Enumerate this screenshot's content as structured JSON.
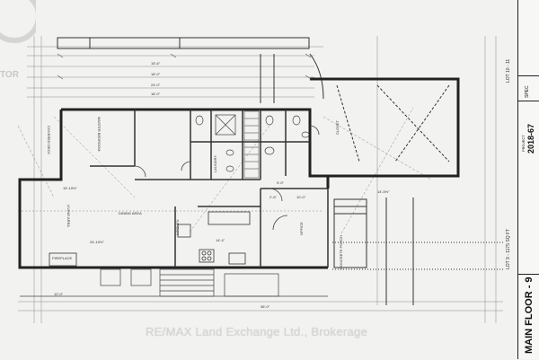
{
  "watermark": {
    "logo_text": "TOR"
  },
  "brokerage": "RE/MAX Land Exchange Ltd., Brokerage",
  "plan": {
    "lot_label": "LOT 9 - 1175 SQ FT",
    "lot_right_label": "LOT 10 - 11",
    "rooms": {
      "master_bedroom": "MASTER BEDROOM",
      "living_area": "LIVING AREA",
      "dining_area": "DINING AREA",
      "kitchen": "KITCHEN",
      "office": "OFFICE",
      "concrete_porch": "CONCRETE PORCH",
      "covered_deck": "COVERED DECK",
      "laundry": "LAUNDRY",
      "closet": "CLOSET",
      "fireplace": "FIREPLACE"
    },
    "dims": {
      "d1": "15'-6\"",
      "d2": "18'-0\"",
      "d3": "24'-0\"",
      "d4": "15'-10½\"",
      "d5": "14'-5½\"",
      "d6": "10'-0\"",
      "d7": "9'-0\"",
      "d8": "2'-6\"",
      "d9": "18'-0\"",
      "d10": "24'-10½\"",
      "d11": "14'-4\"",
      "d12": "12'-0\"",
      "d13": "38'-0\""
    }
  },
  "title_block": {
    "sheet_title": "MAIN FLOOR - 9",
    "project_label": "PROJECT",
    "project_number": "2018-67",
    "sheet_code": "SPEC"
  }
}
